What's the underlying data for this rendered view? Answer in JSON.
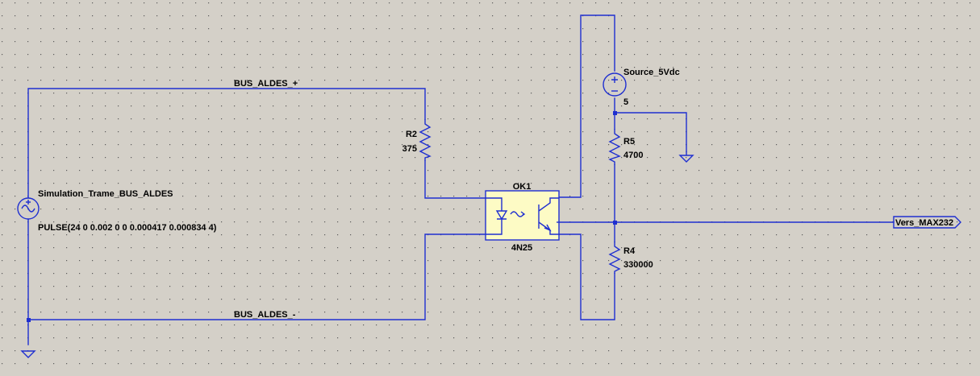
{
  "colors": {
    "background": "#d4d0c8",
    "wire": "#1f2fd0",
    "ic_fill": "#fdfbc5",
    "text": "#000000",
    "grid_dot": "#5a5a5a"
  },
  "nets": {
    "bus_plus": "BUS_ALDES_+",
    "bus_minus": "BUS_ALDES_-",
    "output": "Vers_MAX232"
  },
  "source_pulse": {
    "name": "Simulation_Trame_BUS_ALDES",
    "value": "PULSE(24 0 0.002 0 0 0.000417 0.000834 4)"
  },
  "source_dc": {
    "name": "Source_5Vdc",
    "value": "5"
  },
  "resistors": {
    "r2": {
      "name": "R2",
      "value": "375"
    },
    "r5": {
      "name": "R5",
      "value": "4700"
    },
    "r4": {
      "name": "R4",
      "value": "330000"
    }
  },
  "optocoupler": {
    "name": "OK1",
    "value": "4N25"
  },
  "icons": [
    "ground-icon",
    "ac-source-icon",
    "dc-source-icon",
    "resistor-icon",
    "optocoupler-icon",
    "net-flag-icon"
  ]
}
